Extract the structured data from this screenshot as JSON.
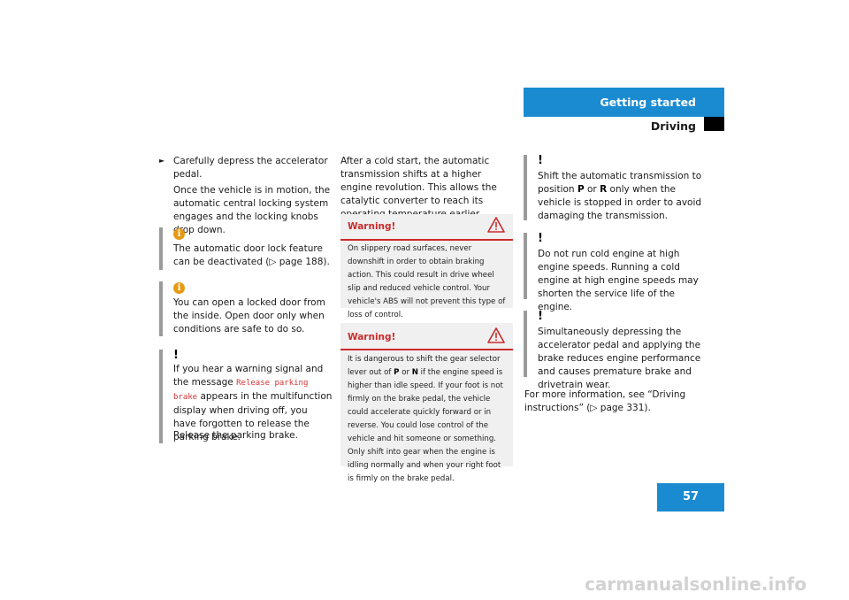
{
  "header": {
    "section": "Getting started",
    "subsection": "Driving"
  },
  "page_number": "57",
  "col1": {
    "bullet": "►",
    "step_text": "Carefully depress the accelerator pedal.",
    "step_followup": "Once the vehicle is in motion, the automatic central locking system engages and the locking knobs drop down.",
    "info1": "The automatic door lock feature can be deactivated (▷ page 188).",
    "info2": "You can open a locked door from the inside. Open door only when conditions are safe to do so.",
    "note_pre": "If you hear a warning signal and the message",
    "note_mono": "Release parking brake",
    "note_post": "appears in the multifunction display when driving off, you have forgotten to release the parking brake.",
    "note_tail": "Release the parking brake."
  },
  "col2": {
    "intro": "After a cold start, the automatic transmission shifts at a higher engine revolution. This allows the catalytic converter to reach its operating temperature earlier.",
    "warning1_head": "Warning!",
    "warning1_text": "On slippery road surfaces, never downshift in order to obtain braking action. This could result in drive wheel slip and reduced vehicle control. Your vehicle's ABS will not prevent this type of loss of control.",
    "warning2_head": "Warning!",
    "warning2_text_a": "It is dangerous to shift the gear selector lever out of",
    "gear_p": "P",
    "or": "or",
    "gear_n": "N",
    "warning2_text_b": "if the engine speed is higher than idle speed. If your foot is not firmly on the brake pedal, the vehicle could accelerate quickly forward or in reverse. You could lose control of the vehicle and hit someone or something. Only shift into gear when the engine is idling normally and when your right foot is firmly on the brake pedal."
  },
  "col3": {
    "note1_a": "Shift the automatic transmission to position",
    "note1_p": "P",
    "note1_or": "or",
    "note1_r": "R",
    "note1_b": "only when the vehicle is stopped in order to avoid damaging the transmission.",
    "note2": "Do not run cold engine at high engine speeds. Running a cold engine at high engine speeds may shorten the service life of the engine.",
    "note3": "Simultaneously depressing the accelerator pedal and applying the brake reduces engine performance and causes premature brake and drivetrain wear.",
    "more_info": "For more information, see “Driving instructions” (▷ page 331)."
  },
  "glyphs": {
    "exclamation": "!",
    "info": "i"
  },
  "watermark": "carmanualsonline.info",
  "colors": {
    "accent_blue": "#1b8bd1",
    "warning_red": "#cc2b2b",
    "info_orange": "#e69a14"
  }
}
